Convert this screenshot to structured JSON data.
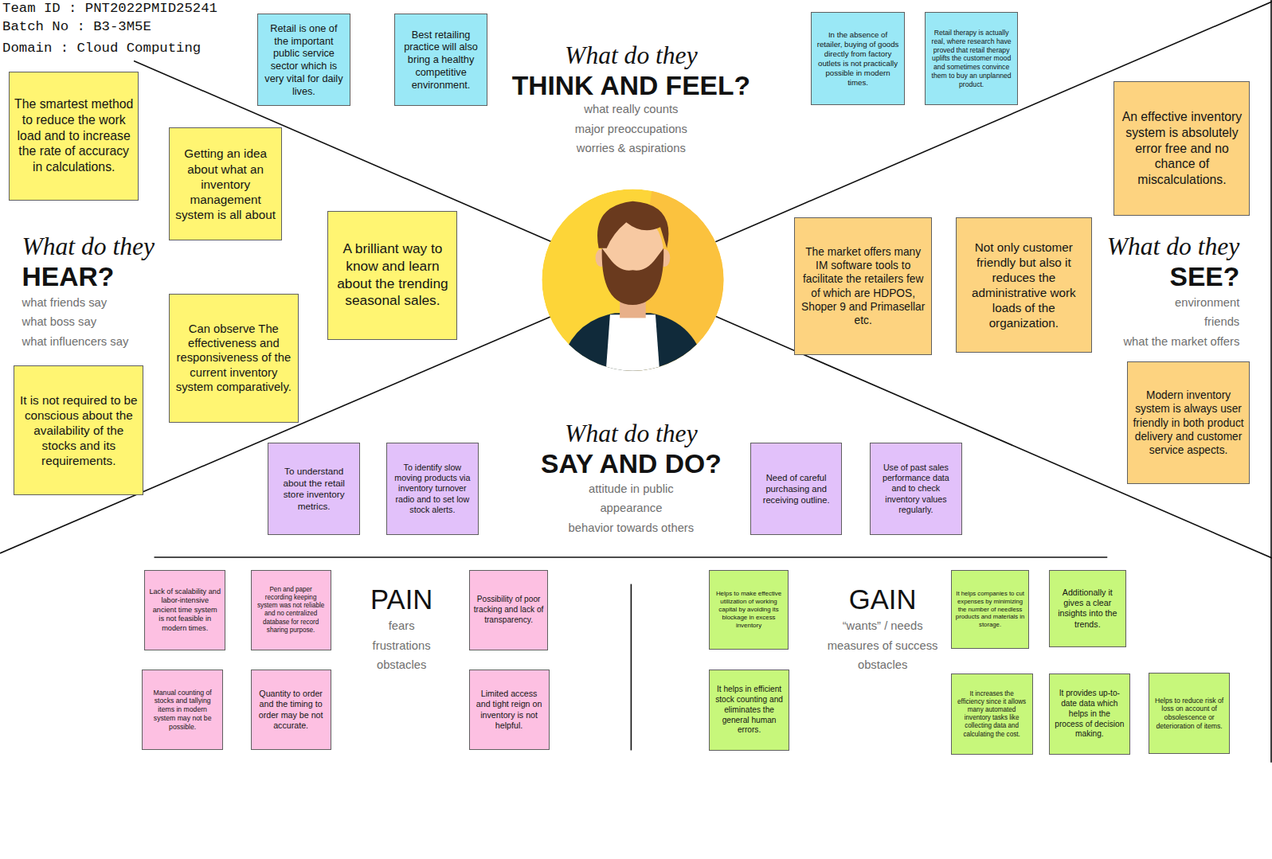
{
  "diagram": {
    "nodes": [
      {
        "text": [
          "Retail is one of the important public service sector which is very vital for daily lives."
        ]
      },
      {
        "text": [
          "Best retailing practice will also bring a healthy competitive environment."
        ]
      },
      {
        "text": [
          "In the absence of retailer, buying of goods directly from factory outlets is not practically possible in modern times."
        ]
      },
      {
        "text": [
          "Retail therapy is actually real, where research have proved that retail therapy uplifts the customer mood and sometimes convince them to buy an unplanned product."
        ]
      },
      {
        "text": [
          "The smartest method to reduce the work load and to increase the rate of accuracy in calculations."
        ]
      },
      {
        "text": [
          "Getting an idea about what an inventory management system is all about"
        ]
      },
      {
        "text": [
          "A brilliant way to know and learn about the trending seasonal sales."
        ]
      },
      {
        "text": [
          "Can observe The effectiveness and responsiveness of the current inventory system comparatively."
        ]
      },
      {
        "text": [
          "It is not required to be conscious about the availability of the stocks and its requirements."
        ]
      },
      {
        "text": [
          "An effective inventory system is absolutely error free and no chance of miscalculations."
        ]
      },
      {
        "text": [
          "The market offers many IM software tools to facilitate the retailers few of which are HDPOS, Shoper 9 and Primasellar etc."
        ]
      },
      {
        "text": [
          "Not only customer friendly but also it reduces the administrative work loads of the organization."
        ]
      },
      {
        "text": [
          "Modern inventory system is always user friendly in both product delivery and customer service aspects."
        ]
      },
      {
        "text": [
          "To understand about the retail store inventory metrics."
        ]
      },
      {
        "text": [
          "To identify slow moving products via inventory turnover radio and to set low stock alerts."
        ]
      },
      {
        "text": [
          "Need of careful purchasing and receiving outline."
        ]
      },
      {
        "text": [
          "Use of past sales performance data and to check inventory values regularly."
        ]
      },
      {
        "text": [
          "Lack of scalability and labor-intensive ancient time system is not feasible in modern times."
        ]
      },
      {
        "text": [
          "Pen and paper recording keeping system was not reliable and no centralized database for record sharing purpose."
        ]
      },
      {
        "text": [
          "Possibility of poor tracking and lack of transparency."
        ]
      },
      {
        "text": [
          "Manual counting of stocks and tallying items in modern system may not be possible."
        ]
      },
      {
        "text": [
          "Quantity to order and the timing to order may be not accurate."
        ]
      },
      {
        "text": [
          "Limited access and tight reign on inventory is not helpful."
        ]
      },
      {
        "text": [
          "Helps to make effective utilization of working capital by avoiding its blockage in excess inventory"
        ]
      },
      {
        "text": [
          "It helps companies to cut expenses by minimizing the number of needless products and materials in storage."
        ]
      },
      {
        "text": [
          "Additionally it gives a clear insights into the trends."
        ]
      },
      {
        "text": [
          "It helps in efficient stock counting and eliminates the general human errors."
        ]
      },
      {
        "text": [
          "It increases the efficiency since it allows many automated inventory tasks like collecting data and calculating the cost."
        ]
      },
      {
        "text": [
          "It provides up-to-date data which helps in the process of decision making."
        ]
      },
      {
        "text": [
          "Helps to reduce risk of loss on account of obsolescence or deterioration of items."
        ]
      }
    ],
    "labels": [
      "Team ID : PNT2022PMID25241",
      "Batch No : B3-3M5E",
      "Domain : Cloud Computing",
      "What do they",
      "THINK AND FEEL?",
      "what really counts",
      "major preoccupations",
      "worries & aspirations",
      "What do they",
      "HEAR?",
      "what friends say",
      "what boss say",
      "what influencers say",
      "What do they",
      "SEE?",
      "environment",
      "friends",
      "what the market offers",
      "What do they",
      "SAY AND DO?",
      "attitude in public",
      "appearance",
      "behavior towards others",
      "PAIN",
      "fears",
      "frustrations",
      "obstacles",
      "GAIN",
      "“wants” / needs",
      "measures of success",
      "obstacles"
    ]
  }
}
